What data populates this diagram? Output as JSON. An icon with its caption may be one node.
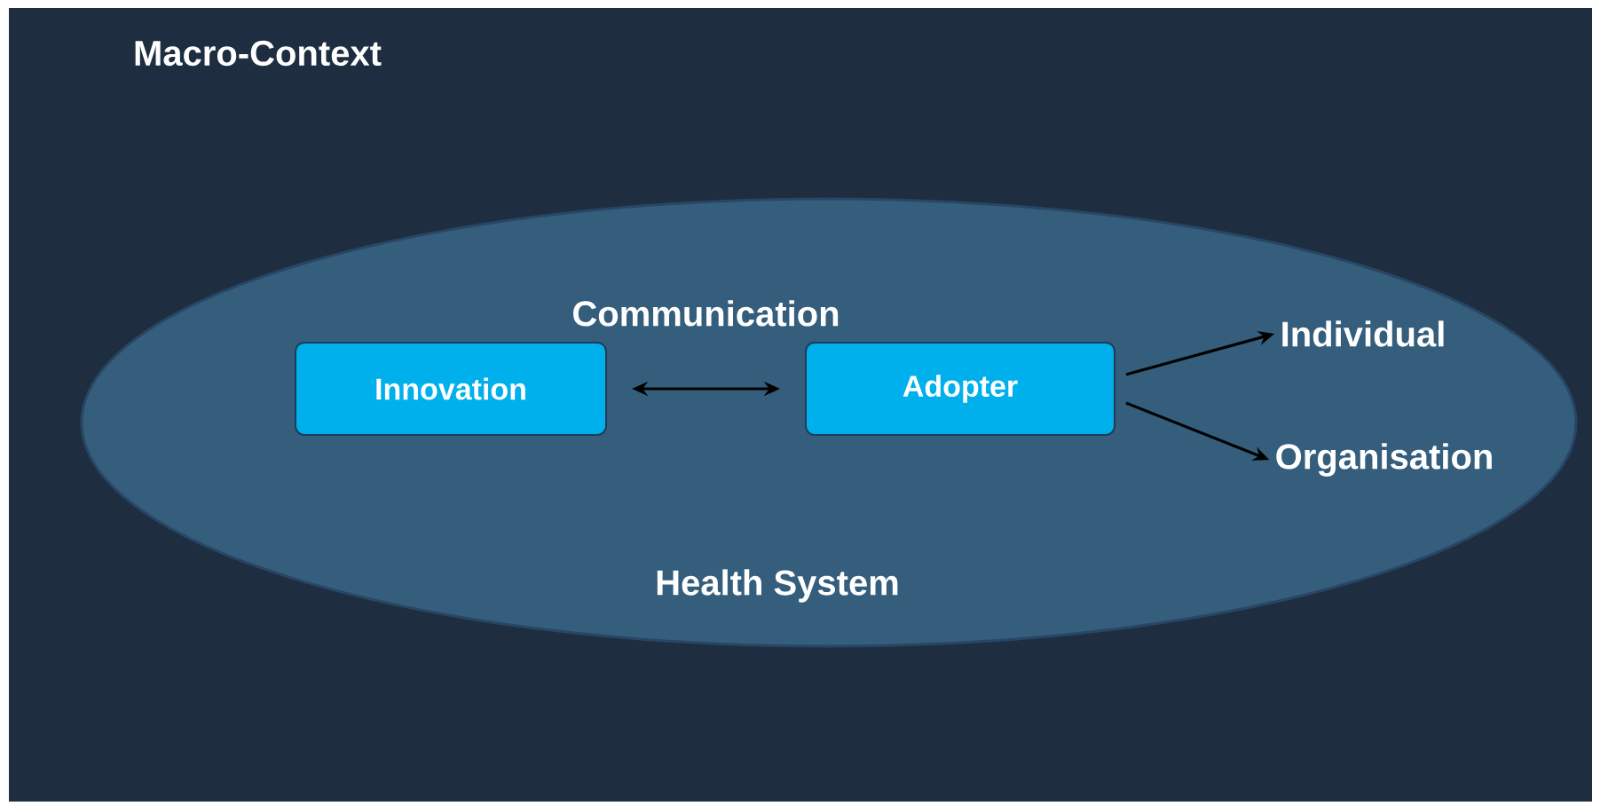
{
  "diagram": {
    "nodes": [
      {
        "text": [
          "Macro-Context"
        ]
      },
      {
        "text": [
          "Health System"
        ],
        "in": 0
      },
      {
        "text": [
          "Innovation"
        ],
        "in": 1
      },
      {
        "text": [
          "Adopter"
        ],
        "in": 1
      },
      {
        "text": [
          "Individual"
        ],
        "in": 1
      },
      {
        "text": [
          "Organisation"
        ],
        "in": 1
      }
    ],
    "edges": [
      {
        "from": 2,
        "to": 3,
        "arrow": "both",
        "label": "Communication"
      },
      {
        "from": 3,
        "to": 4,
        "arrow": "to"
      },
      {
        "from": 3,
        "to": 5,
        "arrow": "to"
      }
    ]
  }
}
